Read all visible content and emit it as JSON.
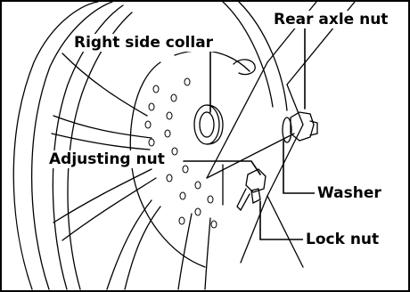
{
  "labels": {
    "rear_axle_nut": "Rear axle nut",
    "right_side_collar": "Right side collar",
    "adjusting_nut": "Adjusting nut",
    "washer": "Washer",
    "lock_nut": "Lock nut"
  }
}
